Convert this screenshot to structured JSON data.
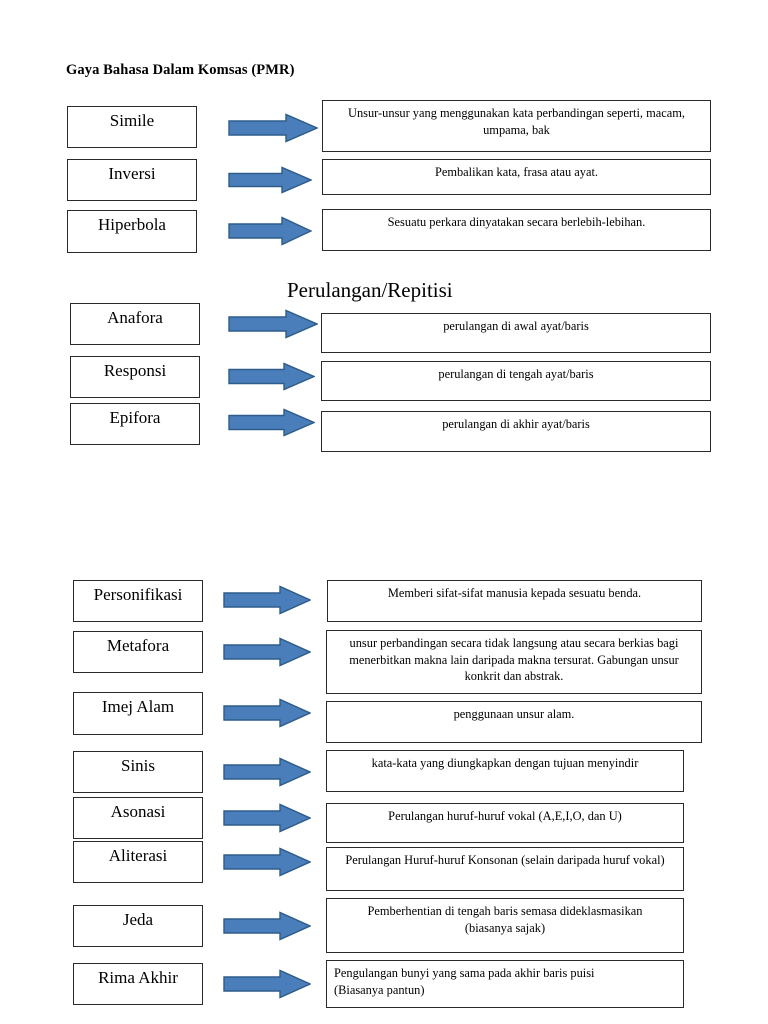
{
  "document": {
    "title": "Gaya Bahasa Dalam Komsas (PMR)",
    "section_heading": "Perulangan/Repitisi"
  },
  "colors": {
    "arrow_fill": "#4A7EBB",
    "arrow_stroke": "#2E5C8A",
    "box_border": "#2B2B2B",
    "text": "#000000",
    "page_background": "#FFFFFF"
  },
  "groups": [
    {
      "id": "group-1",
      "rows": [
        {
          "term": "Simile",
          "description": "Unsur-unsur yang menggunakan kata perbandingan seperti, macam, umpama, bak",
          "arrow": "right-arrow-icon"
        },
        {
          "term": "Inversi",
          "description": "Pembalikan kata, frasa atau ayat.",
          "arrow": "right-arrow-icon"
        },
        {
          "term": "Hiperbola",
          "description": "Sesuatu perkara dinyatakan secara berlebih-lebihan.",
          "arrow": "right-arrow-icon"
        }
      ]
    },
    {
      "id": "group-2",
      "heading": "Perulangan/Repitisi",
      "rows": [
        {
          "term": "Anafora",
          "description": "perulangan di awal ayat/baris",
          "arrow": "right-arrow-icon"
        },
        {
          "term": "Responsi",
          "description": "perulangan di tengah ayat/baris",
          "arrow": "right-arrow-icon"
        },
        {
          "term": "Epifora",
          "description": "perulangan di akhir ayat/baris",
          "arrow": "right-arrow-icon"
        }
      ]
    },
    {
      "id": "group-3",
      "rows": [
        {
          "term": "Personifikasi",
          "description": "Memberi sifat-sifat manusia kepada sesuatu benda.",
          "arrow": "right-arrow-icon"
        },
        {
          "term": "Metafora",
          "description": "unsur perbandingan secara tidak langsung atau secara berkias bagi menerbitkan makna lain daripada makna tersurat. Gabungan unsur konkrit dan abstrak.",
          "arrow": "right-arrow-icon"
        },
        {
          "term": "Imej Alam",
          "description": "penggunaan unsur alam.",
          "arrow": "right-arrow-icon"
        },
        {
          "term": "Sinis",
          "description": "kata-kata yang diungkapkan dengan tujuan menyindir",
          "arrow": "right-arrow-icon"
        },
        {
          "term": "Asonasi",
          "description": "Perulangan huruf-huruf  vokal (A,E,I,O, dan U)",
          "arrow": "right-arrow-icon"
        },
        {
          "term": "Aliterasi",
          "description": "Perulangan Huruf-huruf Konsonan (selain daripada huruf vokal)",
          "arrow": "right-arrow-icon"
        },
        {
          "term": "Jeda",
          "description": "Pemberhentian di tengah baris semasa dideklasmasikan\n(biasanya sajak)",
          "arrow": "right-arrow-icon"
        },
        {
          "term": "Rima Akhir",
          "description": "Pengulangan bunyi yang sama pada akhir baris puisi\n(Biasanya pantun)",
          "arrow": "right-arrow-icon"
        }
      ]
    }
  ]
}
